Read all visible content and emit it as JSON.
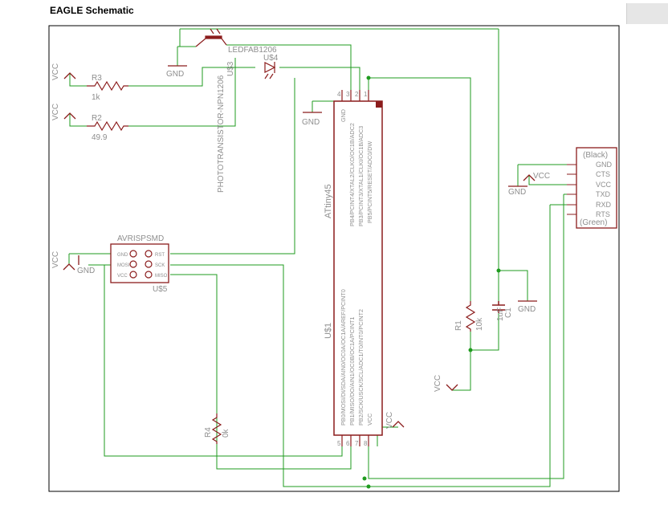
{
  "page": {
    "title": "EAGLE Schematic"
  },
  "colors": {
    "wire": "#1f9b1f",
    "part": "#8b1c1c",
    "label": "#9a9a9a",
    "frame": "#000000"
  },
  "nets": {
    "vcc": "VCC",
    "gnd": "GND"
  },
  "resistors": {
    "r3": {
      "name": "R3",
      "value": "1k"
    },
    "r2": {
      "name": "R2",
      "value": "49.9"
    },
    "r1": {
      "name": "R1",
      "value": "10k"
    },
    "r4": {
      "name": "R4",
      "value": "0k"
    }
  },
  "capacitor": {
    "name": "C1",
    "value": "1uF"
  },
  "phototransistor": {
    "name": "U$3",
    "value": "PHOTOTRANSISTOR-NPN1206"
  },
  "led": {
    "name": "U$4",
    "value": "LEDFAB1206"
  },
  "mcu": {
    "name": "U$1",
    "value": "ATtiny45",
    "pin_numbers": [
      "4",
      "3",
      "2",
      "1",
      "5",
      "6",
      "7",
      "8"
    ],
    "right_pins": [
      "GND",
      "PB4/PCINT4/XTAL2/CLKO/OC1B/ADC2",
      "PB3/PCINT3/XTAL1/CLKI/OC1B/ADC3",
      "PB5/PCINT5/RESET/ADC0/DW"
    ],
    "left_pins": [
      "PB0/MOSI/DI/SDA/AIN0/OC0A/OC1A/AREF/PCINT0",
      "PB1/MISO/DO/AIN1/OC0B/OC1A/PCINT1",
      "PB2/SCK/USCK/SCL/ADC1/T0/INT0/PCINT2",
      "VCC"
    ]
  },
  "isp": {
    "name": "AVRISPSMD",
    "ref": "U$5",
    "left_pins": [
      "GND",
      "MOSI",
      "VCC"
    ],
    "right_pins": [
      "RST",
      "SCK",
      "MISO"
    ]
  },
  "ftdi": {
    "top": "(Black)",
    "bottom": "(Green)",
    "pins": [
      "GND",
      "CTS",
      "VCC",
      "TXD",
      "RXD",
      "RTS"
    ]
  }
}
